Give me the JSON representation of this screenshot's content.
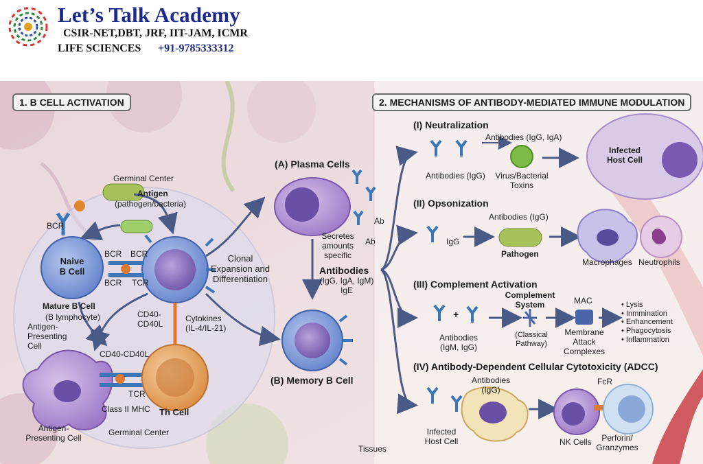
{
  "header": {
    "title": "Let’s Talk Academy",
    "subtitle": "CSIR-NET,DBT, JRF, IIT-JAM, ICMR",
    "life": "LIFE SCIENCES",
    "phone": "+91-9785333312"
  },
  "panel1": {
    "title": "1. B CELL ACTIVATION",
    "germinal_top": "Germinal Center",
    "germinal_bottom": "Germinal Center",
    "antigen": "Antigen",
    "antigen_sub": "(pathogen/bacteria)",
    "bcr_top": "BCR",
    "naive_b": "Naive\nB Cell",
    "bcr_left1": "BCR",
    "bcr_left2": "BCR",
    "bcr_right": "BCR",
    "tcr_mid": "TCR",
    "mature_b": "Mature B Cell",
    "mature_sub": "(B lymphocyte)",
    "apc_top": "Antigen-\nPresenting\nCell",
    "cd40_mid": "CD40-\nCD40L",
    "cytokines": "Cytokines\n(IL-4/IL-21)",
    "cd40_apc": "CD40-CD40L",
    "tcr_apc": "TCR",
    "mhc": "Class II MHC",
    "th_cell": "Th Cell",
    "apc_bottom": "Antigen-\nPresenting Cell",
    "clonal": "Clonal\nExpansion and\nDifferentiation",
    "plasma": "(A) Plasma Cells",
    "secretes": "Secretes\namounts\nspecific",
    "ab1": "Ab",
    "ab2": "Ab",
    "antibodies": "Antibodies",
    "antibodies_sub": "(IgG, IgA, IgM)\nIgE",
    "memory": "(B) Memory B Cell",
    "tissues": "Tissues"
  },
  "panel2": {
    "title": "2. MECHANISMS OF ANTIBODY-MEDIATED IMMUNE MODULATION",
    "neut": {
      "title": "(I) Neutralization",
      "antibodies_top": "Antibodies (IgG, IgA)",
      "antibodies_label": "Antibodies (IgG)",
      "virus": "Virus/Bacterial\nToxins",
      "infected": "Infected\nHost Cell"
    },
    "opson": {
      "title": "(II) Opsonization",
      "igg": "IgG",
      "antibodies": "Antibodies (IgG)",
      "pathogen": "Pathogen",
      "macrophages": "Macrophages",
      "neutrophils": "Neutrophils"
    },
    "complement": {
      "title": "(III) Complement Activation",
      "plus": "+",
      "antibodies": "Antibodies\n(IgM, IgG)",
      "system": "Complement\nSystem",
      "classical": "(Classical\nPathway)",
      "mac": "MAC",
      "membrane": "Membrane\nAttack\nComplexes",
      "outcomes": [
        "• Lysis",
        "• Inmmination",
        "• Enhancement",
        "• Phagocytosis",
        "• Inflammation"
      ]
    },
    "adcc": {
      "title": "(IV) Antibody-Dependent Cellular Cytotoxicity (ADCC)",
      "antibodies": "Antibodies\n(IgG)",
      "infected": "Infected\nHost Cell",
      "nk": "NK Cells",
      "fcr": "FcR",
      "perforin": "Perforin/\nGranzymes"
    }
  },
  "colors": {
    "brand_blue": "#1b2a8c",
    "arrow": "#4a5a86",
    "antibody": "#3b77b8",
    "b_cell": "#6f8fd4",
    "plasma": "#8a63b8",
    "th_cell": "#e8a05a",
    "apc": "#9b6fc0",
    "pathogen": "#8db44a",
    "vessel": "#c9404a"
  }
}
